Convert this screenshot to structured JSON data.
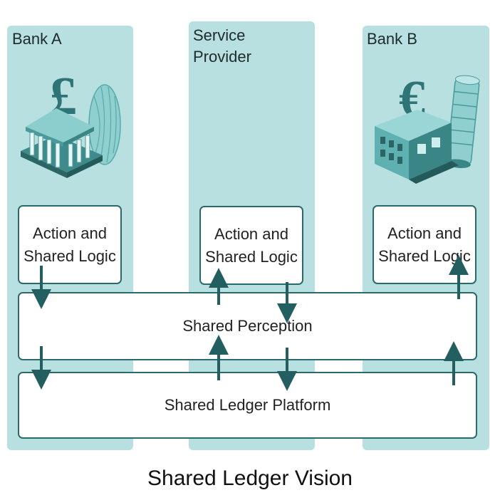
{
  "columns": {
    "bank_a": "Bank A",
    "service_provider": "Service Provider",
    "bank_b": "Bank B"
  },
  "boxes": {
    "action_a": "Action and Shared Logic",
    "action_s": "Action and Shared Logic",
    "action_b": "Action and Shared Logic",
    "perception": "Shared Perception",
    "ledger": "Shared Ledger Platform"
  },
  "caption": "Shared Ledger Vision",
  "icons": {
    "bank_a": "bank-with-pound-sign-and-gherkin-tower-icon",
    "bank_b": "building-with-euro-sign-and-leaning-tower-icon"
  },
  "colors": {
    "column_fill": "#b9e0e0",
    "accent": "#2b6a6c"
  }
}
